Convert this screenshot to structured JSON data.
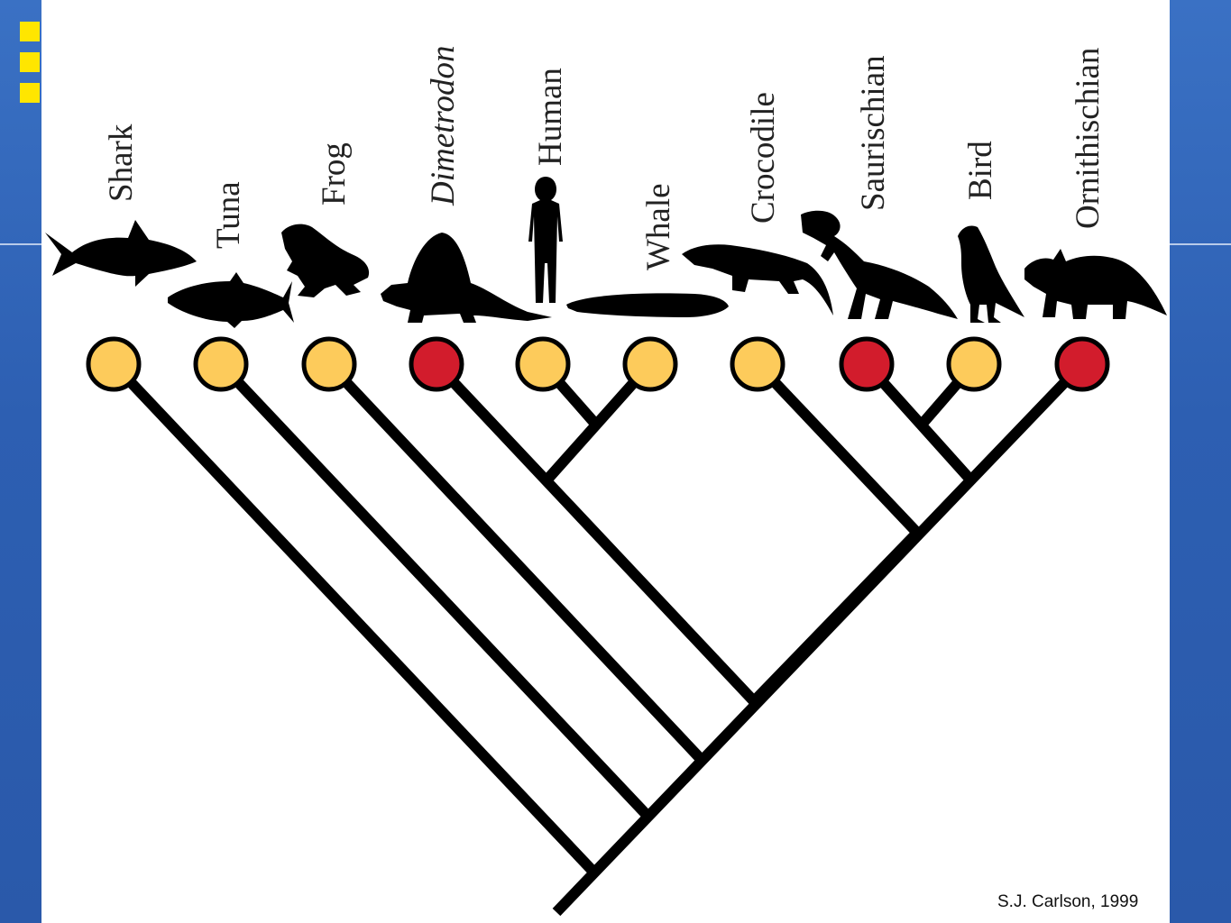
{
  "colors": {
    "background_blue": "#2f62b4",
    "panel": "#ffffff",
    "bullet_yellow": "#ffe600",
    "node_yellow": "#fdcb5b",
    "node_red": "#d21c2c",
    "branch": "#000000"
  },
  "taxa": [
    {
      "name": "Shark",
      "italic": false,
      "node_color": "yellow",
      "icon": "shark-silhouette-icon"
    },
    {
      "name": "Tuna",
      "italic": false,
      "node_color": "yellow",
      "icon": "tuna-silhouette-icon"
    },
    {
      "name": "Frog",
      "italic": false,
      "node_color": "yellow",
      "icon": "frog-silhouette-icon"
    },
    {
      "name": "Dimetrodon",
      "italic": true,
      "node_color": "red",
      "icon": "dimetrodon-silhouette-icon"
    },
    {
      "name": "Human",
      "italic": false,
      "node_color": "yellow",
      "icon": "human-silhouette-icon"
    },
    {
      "name": "Whale",
      "italic": false,
      "node_color": "yellow",
      "icon": "whale-silhouette-icon"
    },
    {
      "name": "Crocodile",
      "italic": false,
      "node_color": "yellow",
      "icon": "crocodile-silhouette-icon"
    },
    {
      "name": "Saurischian",
      "italic": false,
      "node_color": "red",
      "icon": "saurischian-silhouette-icon"
    },
    {
      "name": "Bird",
      "italic": false,
      "node_color": "yellow",
      "icon": "bird-silhouette-icon"
    },
    {
      "name": "Ornithischian",
      "italic": false,
      "node_color": "red",
      "icon": "ornithischian-silhouette-icon"
    }
  ],
  "credit": "S.J. Carlson, 1999"
}
